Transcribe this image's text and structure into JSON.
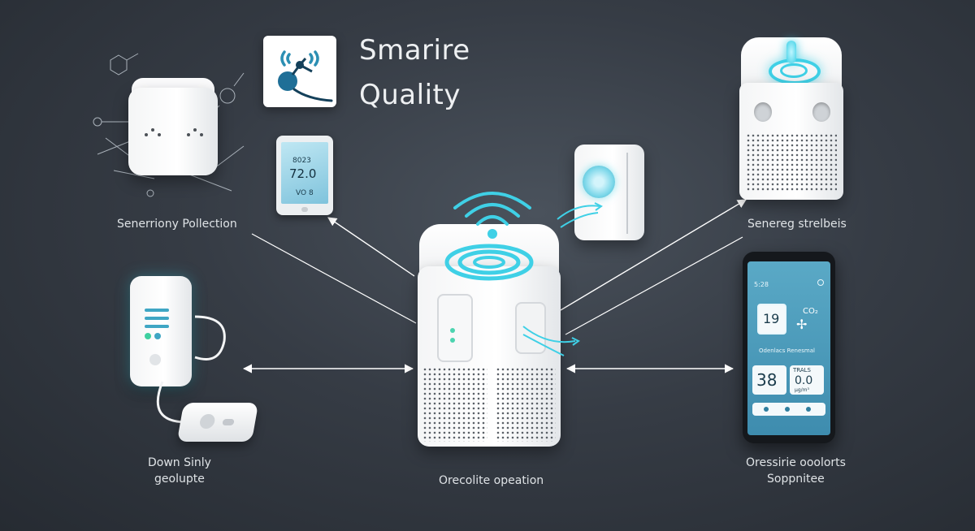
{
  "header": {
    "title_line1": "Smarire",
    "title_line2": "Quality"
  },
  "labels": {
    "sensor_collection": "Senerriony Pollection",
    "sensor_stations": "Senereg strelbeis",
    "device_supply_l1": "Down Sinly",
    "device_supply_l2": "geolupte",
    "central_operation": "Orecolite opeation",
    "app_support_l1": "Oressirie ooolorts",
    "app_support_l2": "Soppnitee"
  },
  "tablet": {
    "line1": "8023",
    "value": "72.0",
    "line3": "VO 8"
  },
  "phone": {
    "status": "5:28",
    "tile1": "19",
    "co_label": "CO₂",
    "section_title": "Odenlacs Renesmal",
    "tile2": "38",
    "tile3_title": "TRALS",
    "tile3_value": "0.0",
    "tile3_unit": "µg/m³"
  },
  "colors": {
    "accent": "#3fd0e6",
    "background": "#363c45",
    "device": "#f4f5f6",
    "phone_screen": "#4f9fbf",
    "arrow": "#ffffff"
  }
}
